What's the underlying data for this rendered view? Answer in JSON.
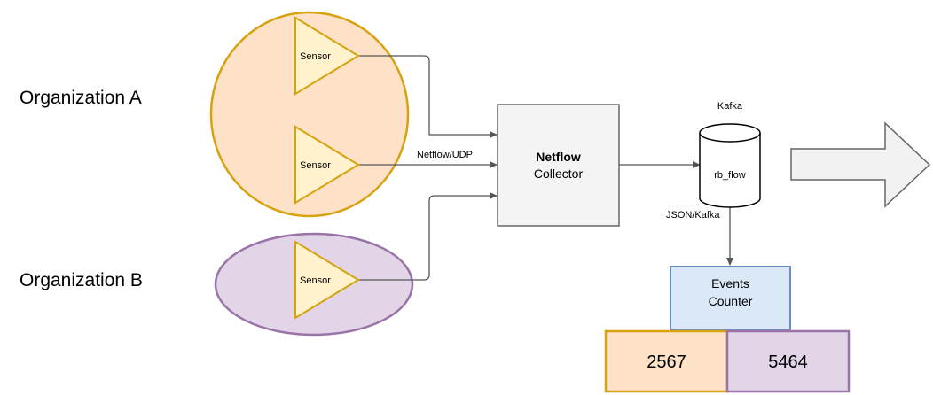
{
  "organizations": [
    {
      "name": "Organization A",
      "fill": "#fde2c8",
      "stroke": "#d7a20f"
    },
    {
      "name": "Organization B",
      "fill": "#e2d5e8",
      "stroke": "#9a74a9"
    }
  ],
  "sensors": [
    {
      "label": "Sensor",
      "organization": "Organization A"
    },
    {
      "label": "Sensor",
      "organization": "Organization A"
    },
    {
      "label": "Sensor",
      "organization": "Organization B"
    }
  ],
  "sensor_style": {
    "fill": "#fff2cc",
    "stroke": "#d7a20f"
  },
  "edge_labels": {
    "netflow_udp": "Netflow/UDP",
    "json_kafka": "JSON/Kafka"
  },
  "collector": {
    "line1": "Netflow",
    "line2": "Collector",
    "fill": "#f4f4f4",
    "stroke": "#666666"
  },
  "kafka": {
    "label": "Kafka",
    "topic": "rb_flow"
  },
  "events_counter": {
    "line1": "Events",
    "line2": "Counter",
    "fill": "#dbe8f8",
    "stroke": "#6c8ebf"
  },
  "counts": [
    {
      "value": "2567",
      "organization": "Organization A",
      "fill": "#fde2c8",
      "stroke": "#d7a20f"
    },
    {
      "value": "5464",
      "organization": "Organization B",
      "fill": "#e2d5e8",
      "stroke": "#9a74a9"
    }
  ],
  "output_arrow": {
    "fill": "#f2f2f2",
    "stroke": "#666666"
  }
}
